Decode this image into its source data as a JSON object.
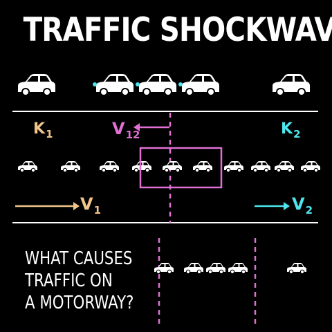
{
  "title": "TRAFFIC SHOCKWAVES",
  "labels": {
    "k1": {
      "main": "K",
      "sub": "1"
    },
    "k2": {
      "main": "K",
      "sub": "2"
    },
    "v12": {
      "main": "V",
      "sub": "12"
    },
    "v1": {
      "main": "V",
      "sub": "1"
    },
    "v2": {
      "main": "V",
      "sub": "2"
    }
  },
  "question": [
    "WHAT CAUSES",
    "TRAFFIC ON",
    "A MOTORWAY?"
  ],
  "colors": {
    "background": "#000000",
    "line": "#ffffff",
    "car": "#ffffff",
    "upstream": "#f1c58a",
    "downstream": "#4ee6ee",
    "shockwave": "#e070d4"
  }
}
